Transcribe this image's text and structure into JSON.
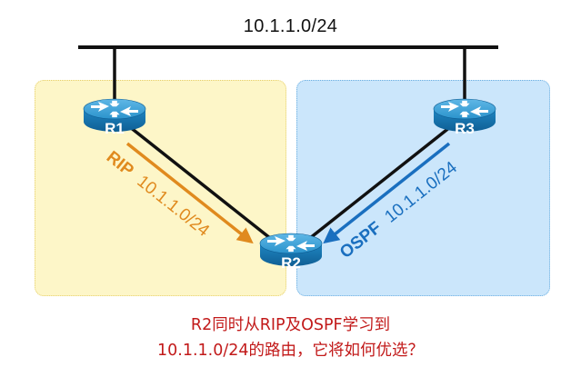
{
  "network": {
    "label": "10.1.1.0/24"
  },
  "routers": {
    "r1": "R1",
    "r2": "R2",
    "r3": "R3"
  },
  "advertisements": {
    "rip": {
      "protocol": "RIP",
      "prefix": "10.1.1.0/24",
      "color": "#e08a1e"
    },
    "ospf": {
      "protocol": "OSPF",
      "prefix": "10.1.1.0/24",
      "color": "#1a6fbf"
    }
  },
  "colors": {
    "router_fill": "#1b86c0",
    "rip_region": "#fdf6c8",
    "ospf_region": "#cbe6fb",
    "caption": "#c21a1a"
  },
  "caption": {
    "line1": "R2同时从RIP及OSPF学习到",
    "line2": "10.1.1.0/24的路由，它将如何优选？"
  }
}
